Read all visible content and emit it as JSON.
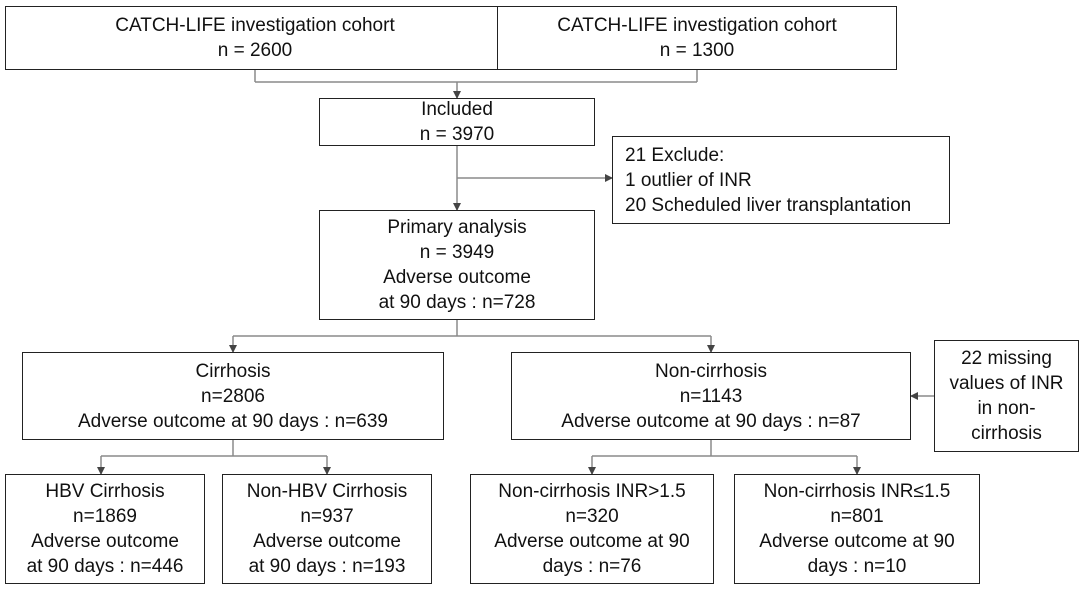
{
  "boxes": {
    "cohort_a": [
      "CATCH-LIFE investigation cohort",
      "n = 2600"
    ],
    "cohort_b": [
      "CATCH-LIFE investigation cohort",
      "n = 1300"
    ],
    "included": [
      "Included",
      "n = 3970"
    ],
    "exclude": [
      "21 Exclude:",
      "1 outlier of INR",
      "20 Scheduled liver transplantation"
    ],
    "primary": [
      "Primary analysis",
      "n = 3949",
      "Adverse outcome",
      "at 90 days : n=728"
    ],
    "cirrhosis": [
      "Cirrhosis",
      "n=2806",
      "Adverse outcome at 90 days : n=639"
    ],
    "non_cirrhosis": [
      "Non-cirrhosis",
      "n=1143",
      "Adverse outcome at 90 days : n=87"
    ],
    "missing": [
      "22 missing",
      "values of INR",
      "in non-",
      "cirrhosis"
    ],
    "hbv_cirrhosis": [
      "HBV Cirrhosis",
      "n=1869",
      "Adverse outcome",
      "at 90 days : n=446"
    ],
    "non_hbv_cirrhosis": [
      "Non-HBV Cirrhosis",
      "n=937",
      "Adverse outcome",
      "at 90 days : n=193"
    ],
    "nc_inr_high": [
      "Non-cirrhosis  INR>1.5",
      "n=320",
      "Adverse outcome at 90",
      "days : n=76"
    ],
    "nc_inr_low": [
      "Non-cirrhosis  INR≤1.5",
      "n=801",
      "Adverse outcome at 90",
      "days : n=10"
    ]
  },
  "colors": {
    "box_border": "#222222",
    "connector": "#8a8a8a",
    "text": "#111111"
  }
}
